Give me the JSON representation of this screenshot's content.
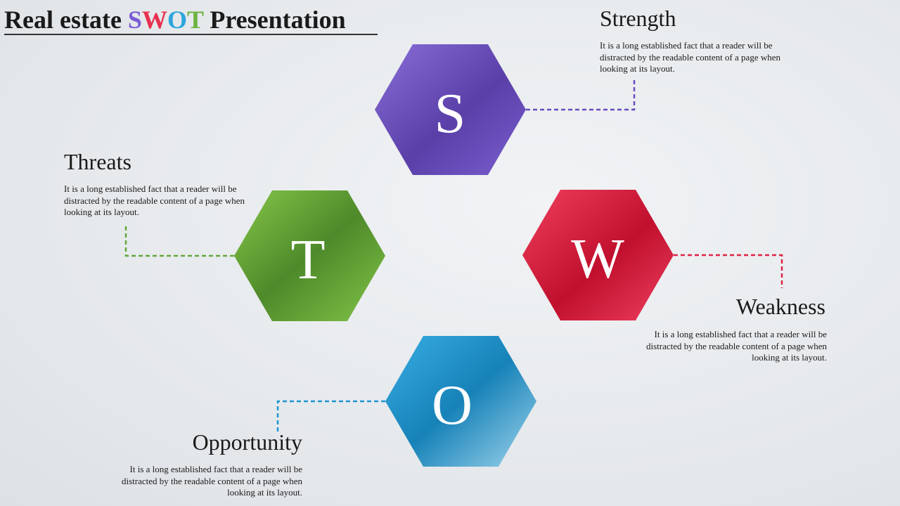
{
  "title": {
    "prefix": "Real estate ",
    "letters": [
      {
        "char": "S",
        "color": "#7b5cd6"
      },
      {
        "char": "W",
        "color": "#e8304f"
      },
      {
        "char": "O",
        "color": "#2ca6dc"
      },
      {
        "char": "T",
        "color": "#6db33f"
      }
    ],
    "suffix": " Presentation"
  },
  "quadrants": {
    "strength": {
      "letter": "S",
      "heading": "Strength",
      "text": "It is a long established fact that a reader will be distracted by the readable content of a page when looking at its layout.",
      "color": "#6a4dbf"
    },
    "weakness": {
      "letter": "W",
      "heading": "Weakness",
      "text": "It is a long established fact that a reader will be distracted by the readable content of a page when looking at its layout.",
      "color": "#de2344"
    },
    "opportunity": {
      "letter": "O",
      "heading": "Opportunity",
      "text": "It is a long established fact that a reader will be distracted by the readable content of a page when looking at its layout.",
      "color": "#1f95cf"
    },
    "threats": {
      "letter": "T",
      "heading": "Threats",
      "text": "It is a long established fact that a reader will be distracted by the readable content of a page when looking at its layout.",
      "color": "#62a83a"
    }
  }
}
